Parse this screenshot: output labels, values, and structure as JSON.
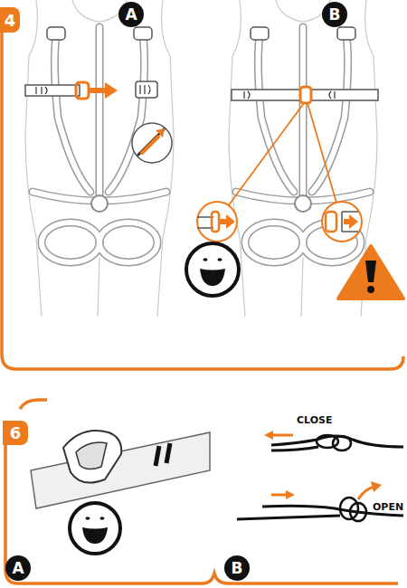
{
  "diagram": {
    "nodes": [
      {
        "text": [
          "4"
        ]
      },
      {
        "text": [
          "A"
        ]
      },
      {
        "text": [
          "B"
        ]
      },
      {
        "text": [
          "6"
        ]
      },
      {
        "text": [
          "A"
        ]
      },
      {
        "text": [
          "B"
        ]
      }
    ],
    "labels": [
      "CLOSE",
      "OPEN"
    ]
  }
}
